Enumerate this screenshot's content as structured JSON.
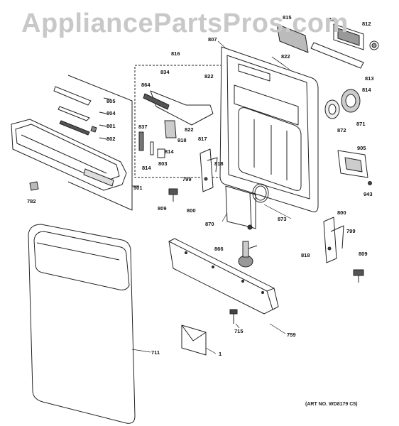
{
  "watermark": "AppliancePartsPros.com",
  "art_number": "(ART NO. WD8179 C5)",
  "callouts": {
    "c815": "815",
    "c811": "811",
    "c812": "812",
    "c807": "807",
    "c822a": "822",
    "c813": "813",
    "c814a": "814",
    "c816": "816",
    "c834": "834",
    "c822b": "822",
    "c864": "864",
    "c805": "805",
    "c804": "804",
    "c801": "801",
    "c802": "802",
    "c837": "837",
    "c822c": "822",
    "c918": "918",
    "c817": "817",
    "c814b": "814",
    "c803": "803",
    "c814c": "814",
    "c872": "872",
    "c871": "871",
    "c905": "905",
    "c799a": "799",
    "c818a": "818",
    "c943": "943",
    "c901": "901",
    "c782": "782",
    "c809a": "809",
    "c800a": "800",
    "c873": "873",
    "c870": "870",
    "c800b": "800",
    "c799b": "799",
    "c866": "866",
    "c818b": "818",
    "c809b": "809",
    "c711": "711",
    "c715": "715",
    "c759": "759",
    "c1": "1"
  }
}
